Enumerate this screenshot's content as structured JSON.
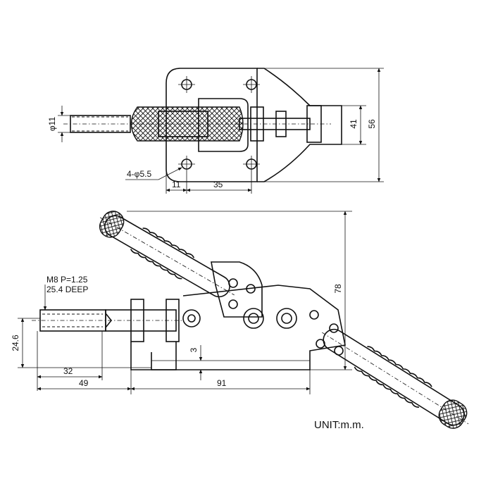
{
  "diagram": {
    "dimensions": {
      "top_thread_dia": "φ11",
      "top_height_41": "41",
      "top_height_56": "56",
      "top_holes": "4-φ5.5",
      "top_w11": "11",
      "top_w35": "35",
      "thread_spec_line1": "M8 P=1.25",
      "thread_spec_line2": "25.4 DEEP",
      "side_h24": "24.6",
      "side_w32": "32",
      "side_w49": "49",
      "side_w91": "91",
      "side_h78": "78",
      "side_gap3": "3"
    },
    "unit_label": "UNIT:m.m."
  }
}
